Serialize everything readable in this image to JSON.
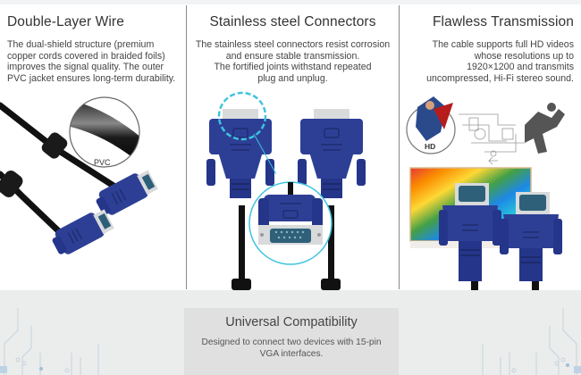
{
  "sections": [
    {
      "title": "Double-Layer Wire",
      "description_lines": [
        "The dual-shield structure (premium",
        "copper cords covered in braided foils)",
        "improves the signal quality. The outer",
        "PVC jacket ensures long-term durability."
      ],
      "image_label": "PVC"
    },
    {
      "title": "Stainless steel Connectors",
      "description_lines": [
        "The stainless steel connectors resist corrosion",
        "and ensure stable transmission.",
        "The fortified joints withstand repeated",
        "plug and unplug."
      ]
    },
    {
      "title": "Flawless Transmission",
      "description_lines": [
        "The cable supports full HD videos",
        "whose resolutions up to",
        "1920×1200 and transmits",
        "uncompressed, Hi-Fi stereo sound."
      ],
      "image_label": "HD"
    }
  ],
  "bottom": {
    "title": "Universal Compatibility",
    "description_lines": [
      "Designed to connect two devices with 15-pin",
      "VGA interfaces."
    ]
  },
  "colors": {
    "connector_blue": "#2d3f95",
    "connector_dark": "#1f2d70",
    "cable_black": "#111111",
    "metal": "#d8dadc",
    "highlight_cyan": "#3ec3e0",
    "bottom_bg": "#ebecec",
    "box_bg": "#e0e0e0"
  }
}
